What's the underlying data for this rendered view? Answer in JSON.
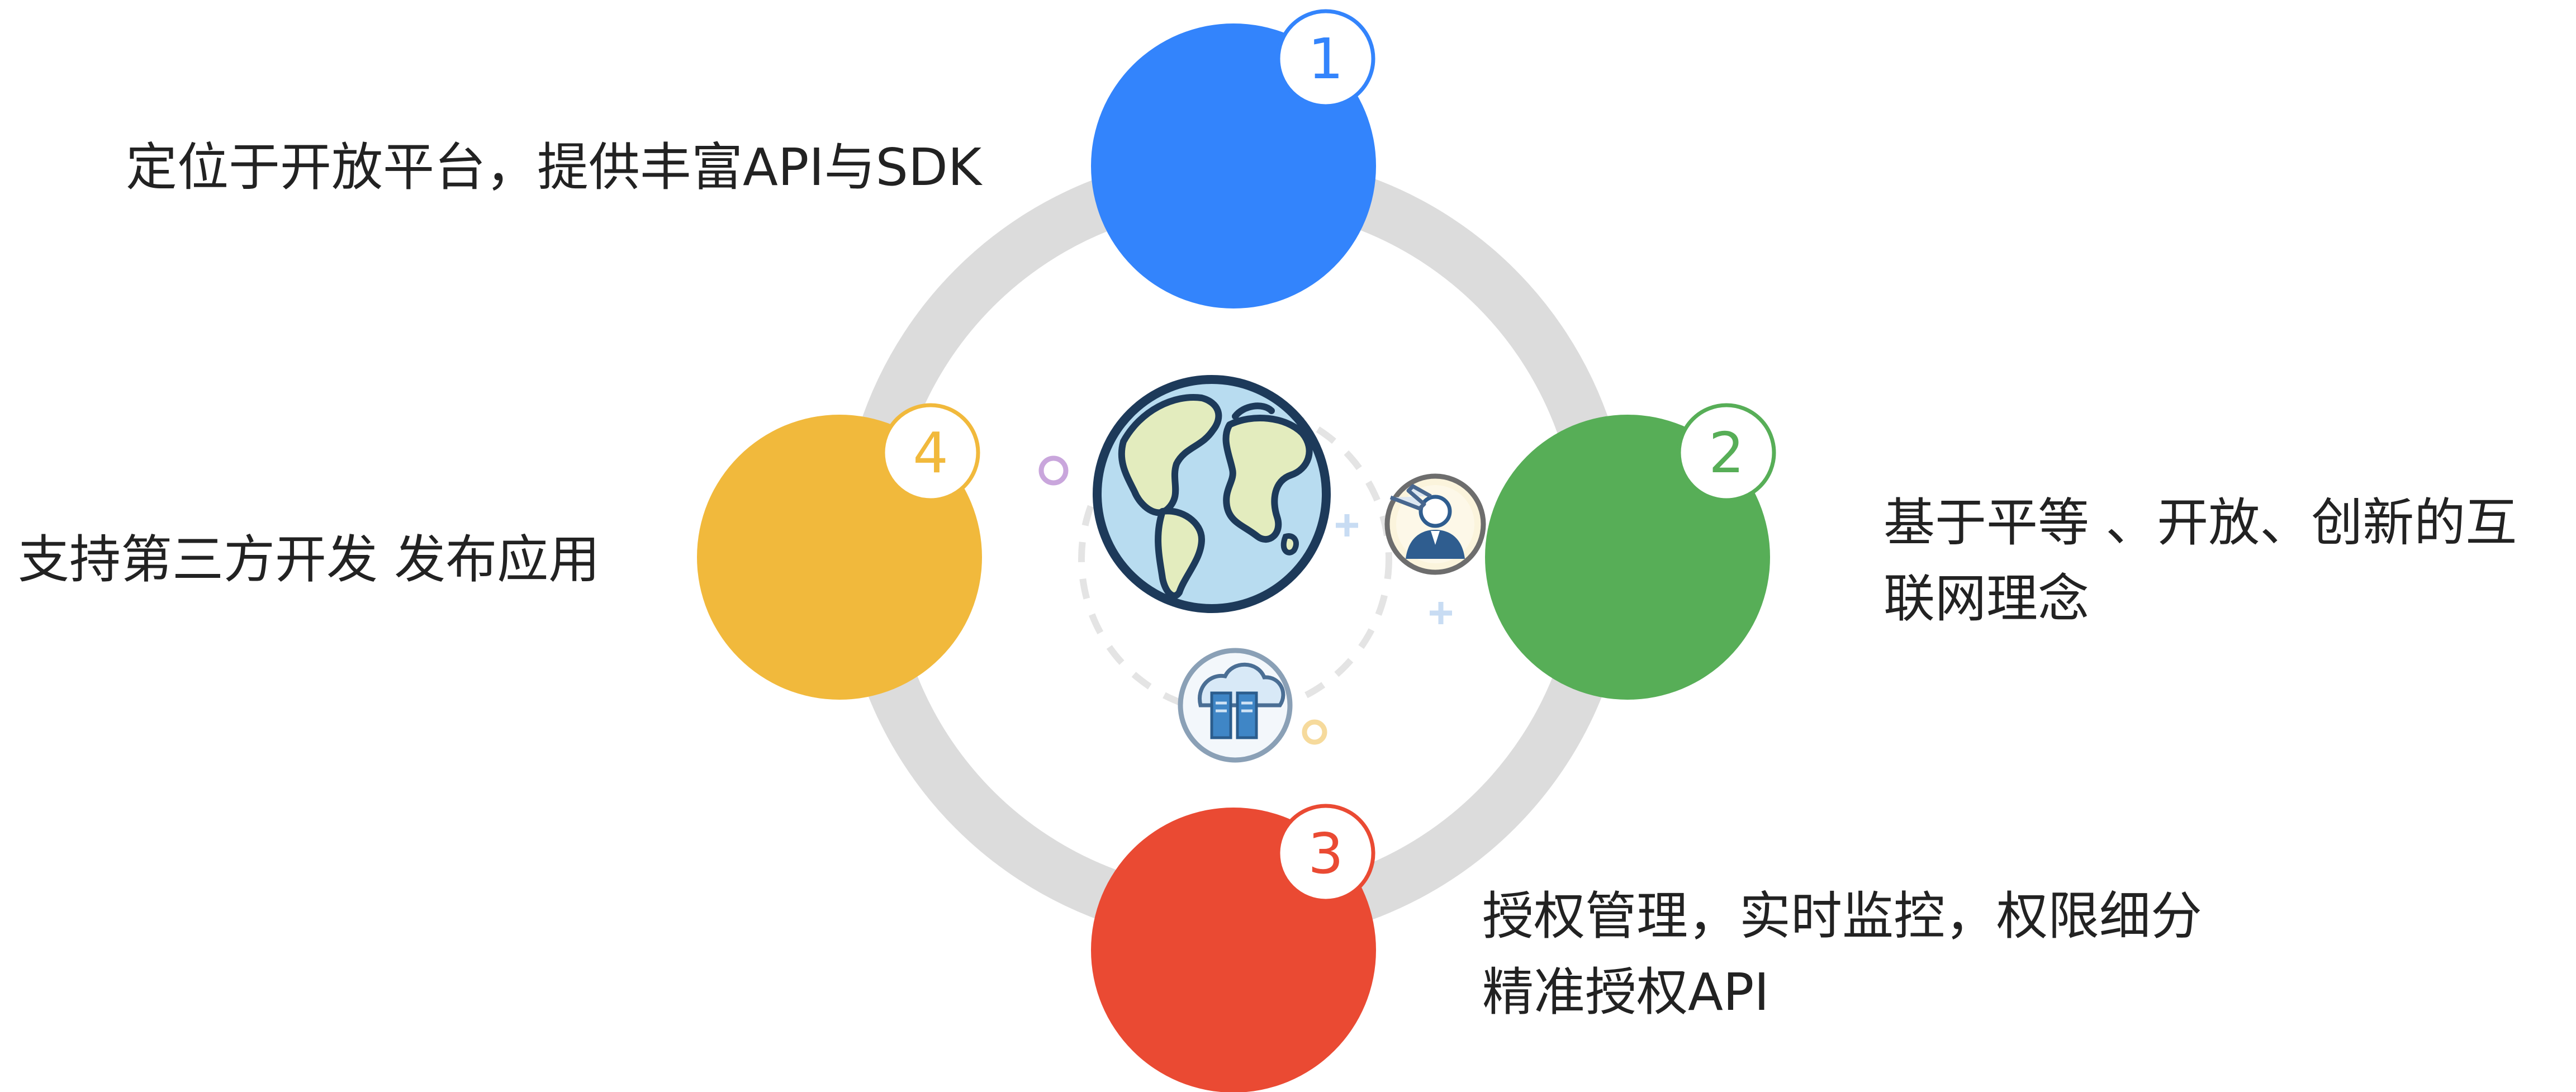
{
  "colors": {
    "ring": "#dcdcdc",
    "step1": "#3384fc",
    "step2": "#57ae57",
    "step3": "#ea4a33",
    "step4": "#f1b93c",
    "text": "#222222"
  },
  "icons": [
    "globe-icon",
    "traveler-icon",
    "cloud-server-icon"
  ],
  "steps": [
    {
      "number": "1",
      "lines": [
        "定位于开放平台，提供丰富API与SDK"
      ]
    },
    {
      "number": "2",
      "lines": [
        "基于平等 、开放、创新的互",
        "联网理念"
      ]
    },
    {
      "number": "3",
      "lines": [
        "授权管理，实时监控，权限细分",
        "精准授权API"
      ]
    },
    {
      "number": "4",
      "lines": [
        "支持第三方开发 发布应用"
      ]
    }
  ]
}
